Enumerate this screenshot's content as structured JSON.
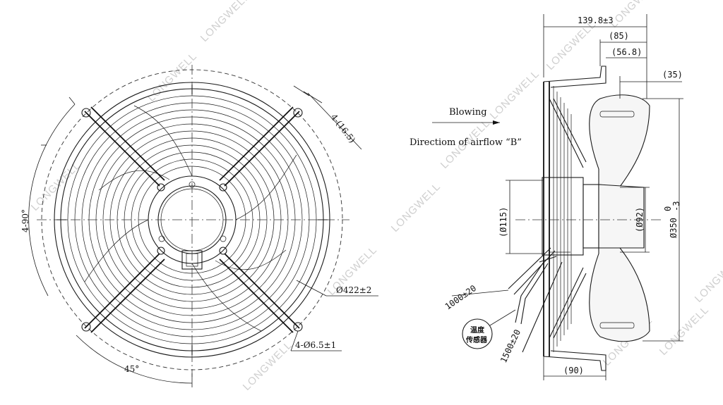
{
  "watermark": "LONGWELL",
  "front_view": {
    "dims": {
      "angle_count": "4-90°",
      "angle": "45°",
      "guard_diameter": "Ø422±2",
      "mount_holes": "4-Ø6.5±1",
      "rib_offset": "4-(16.5)"
    }
  },
  "side_view": {
    "airflow_title": "Blowing",
    "airflow_direction": "Directiom of airflow “B”",
    "dims": {
      "overall_depth": "139.8±3",
      "depth_85": "(85)",
      "depth_56": "(56.8)",
      "blade_35": "(35)",
      "hub_115": "(Ø115)",
      "hub_92": "(Ø92)",
      "blade_dia": "Ø350",
      "blade_tol_upper": "0",
      "blade_tol_lower": "-3",
      "base_90": "(90)",
      "cable_1": "1000±20",
      "cable_2": "1500±20",
      "sensor_label_1": "温度",
      "sensor_label_2": "传感器"
    }
  }
}
